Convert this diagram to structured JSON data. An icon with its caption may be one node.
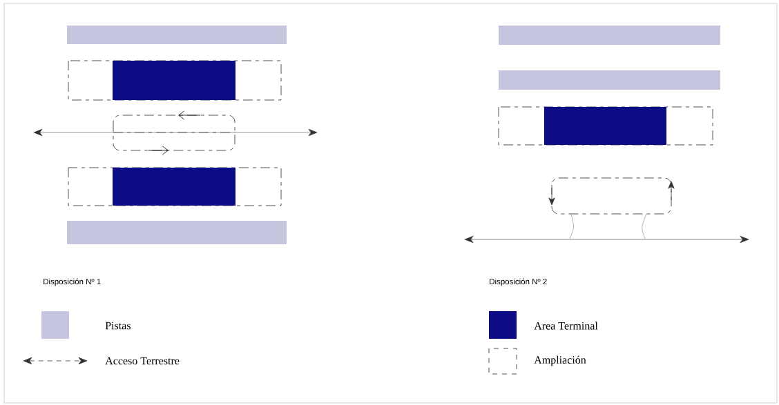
{
  "diagram": {
    "labels": [
      "Disposición  Nº 1",
      "Disposición  Nº 2"
    ],
    "legend": [
      {
        "text": "Pistas",
        "color": "#c5c5e0"
      },
      {
        "text": "Acceso Terrestre"
      },
      {
        "text": "Area Terminal",
        "color": "#0c0c84"
      },
      {
        "text": "Ampliación"
      }
    ]
  }
}
